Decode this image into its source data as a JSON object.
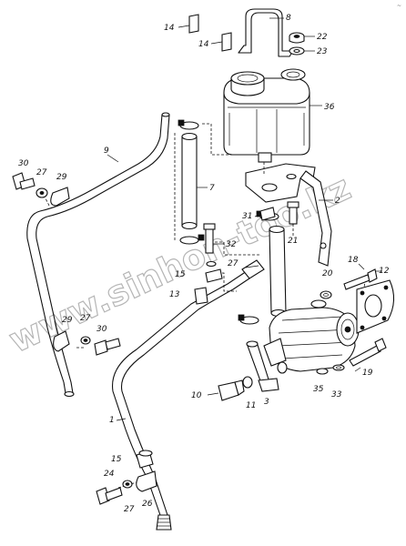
{
  "corner_mark": "~",
  "watermark": "www.sinhon-too.kz",
  "callouts": {
    "c1": "1",
    "c2": "2",
    "c3": "3",
    "c7": "7",
    "c8": "8",
    "c9": "9",
    "c10": "10",
    "c11": "11",
    "c12": "12",
    "c13": "13",
    "c14a": "14",
    "c14b": "14",
    "c15a": "15",
    "c15b": "15",
    "c18": "18",
    "c19": "19",
    "c20": "20",
    "c21": "21",
    "c22": "22",
    "c23": "23",
    "c24": "24",
    "c26": "26",
    "c27a": "27",
    "c27b": "27",
    "c27c": "27",
    "c27d": "27",
    "c29a": "29",
    "c29b": "29",
    "c30a": "30",
    "c30b": "30",
    "c31": "31",
    "c32": "32",
    "c33": "33",
    "c35": "35",
    "c36": "36"
  }
}
